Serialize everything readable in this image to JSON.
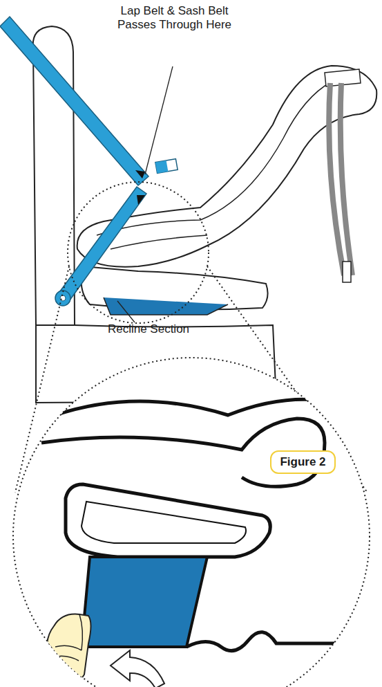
{
  "diagram": {
    "nodes": [
      {
        "text": [
          "Figure 2"
        ]
      }
    ],
    "labels": [
      "Lap Belt & Sash Belt Passes Through Here",
      "Recline Section"
    ]
  }
}
